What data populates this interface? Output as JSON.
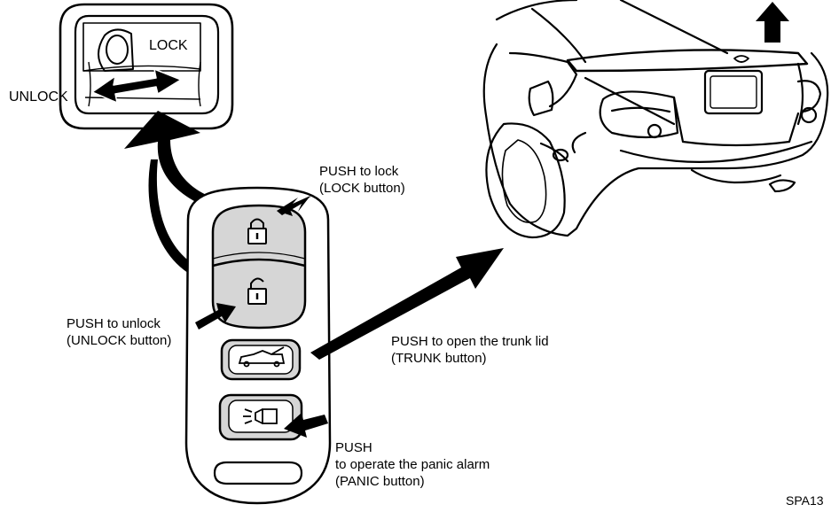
{
  "door_lock": {
    "lock_label": "LOCK",
    "unlock_label": "UNLOCK"
  },
  "callouts": {
    "lock_button": {
      "line1": "PUSH to lock",
      "line2": "(LOCK button)"
    },
    "unlock_button": {
      "line1": "PUSH to unlock",
      "line2": "(UNLOCK button)"
    },
    "trunk_button": {
      "line1": "PUSH to open the trunk lid",
      "line2": "(TRUNK button)"
    },
    "panic_button": {
      "line1": "PUSH",
      "line2": "to operate the panic alarm",
      "line3": "(PANIC button)"
    }
  },
  "figure_code": "SPA13"
}
